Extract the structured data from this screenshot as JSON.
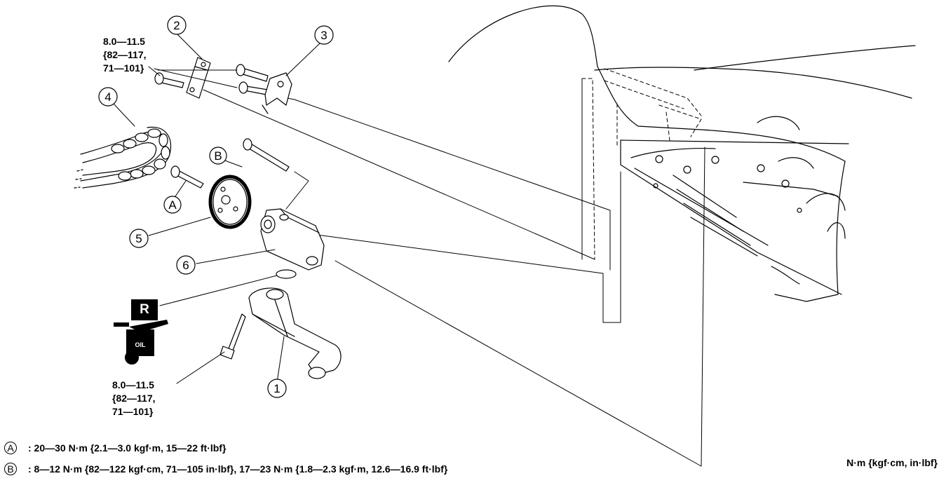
{
  "callouts": {
    "c1": "1",
    "c2": "2",
    "c3": "3",
    "c4": "4",
    "c5": "5",
    "c6": "6",
    "cA": "A",
    "cB": "B"
  },
  "torque_top": {
    "line1": "8.0—11.5",
    "line2": "{82—117,",
    "line3": "71—101}"
  },
  "torque_bottom": {
    "line1": "8.0—11.5",
    "line2": "{82—117,",
    "line3": "71—101}"
  },
  "badge_replace": "R",
  "oil_label": "OIL",
  "legend": [
    {
      "key": "A",
      "text": ": 20—30 N·m {2.1—3.0 kgf·m, 15—22 ft·lbf}"
    },
    {
      "key": "B",
      "text": ": 8—12 N·m {82—122 kgf·cm, 71—105 in·lbf}, 17—23 N·m {1.8—2.3 kgf·m, 12.6—16.9 ft·lbf}"
    }
  ],
  "units_note": "N·m {kgf·cm, in·lbf}"
}
